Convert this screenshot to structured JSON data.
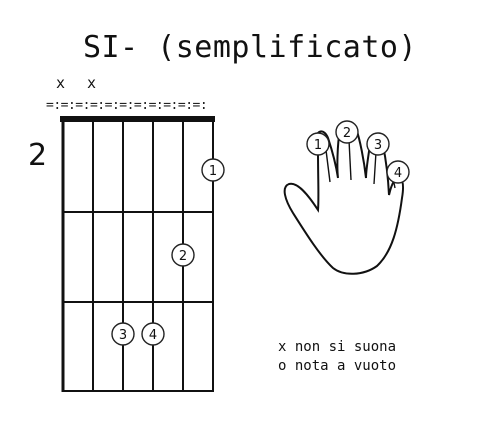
{
  "title": "SI- (semplificato)",
  "mute_marks": [
    "x",
    "x"
  ],
  "nut_dashes": "=:=:=:=:=:=:=:=:=:=:=:",
  "start_fret": "2",
  "finger_dots": [
    {
      "finger": "1",
      "string": 6,
      "fret": 1
    },
    {
      "finger": "2",
      "string": 5,
      "fret": 2
    },
    {
      "finger": "3",
      "string": 3,
      "fret": 3
    },
    {
      "finger": "4",
      "string": 4,
      "fret": 3
    }
  ],
  "hand_fingers": [
    "1",
    "2",
    "3",
    "4"
  ],
  "legend": {
    "line1": "x non si suona",
    "line2": "o nota a vuoto"
  }
}
